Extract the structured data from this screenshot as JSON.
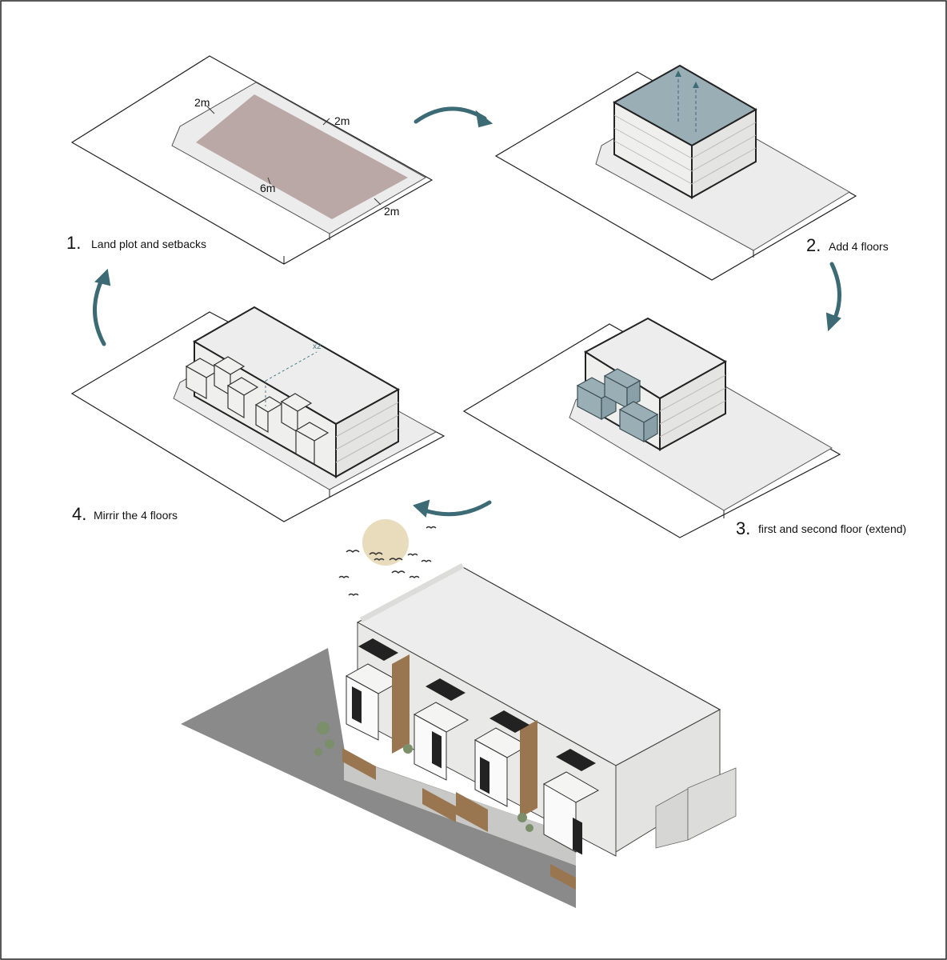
{
  "colors": {
    "frame": "#222222",
    "plot_fill": "#ffffff",
    "setback_fill": "#ececec",
    "buildable_fill": "#b9a8a6",
    "mass_top": "#ededed",
    "mass_side": "#e6e6e4",
    "mass_front": "#f0f0ee",
    "highlight_blue": "#9aaeb5",
    "arrow_teal": "#3d6b75",
    "road": "#8a8a8a",
    "wood": "#9a7650",
    "sun": "#e8dcbc"
  },
  "steps": [
    {
      "number": "1.",
      "caption": "Land plot and setbacks"
    },
    {
      "number": "2.",
      "caption": "Add 4 floors"
    },
    {
      "number": "3.",
      "caption": "first and second floor (extend)"
    },
    {
      "number": "4.",
      "caption": "Mirrir the 4 floors"
    }
  ],
  "dimensions": {
    "left_setback": "2m",
    "side_setback_top": "2m",
    "front_setback": "6m",
    "side_setback_bottom": "2m"
  },
  "mirror_label": "x2",
  "icons": [
    "arrow-clockwise-icon",
    "sun-icon",
    "bird-icon"
  ]
}
